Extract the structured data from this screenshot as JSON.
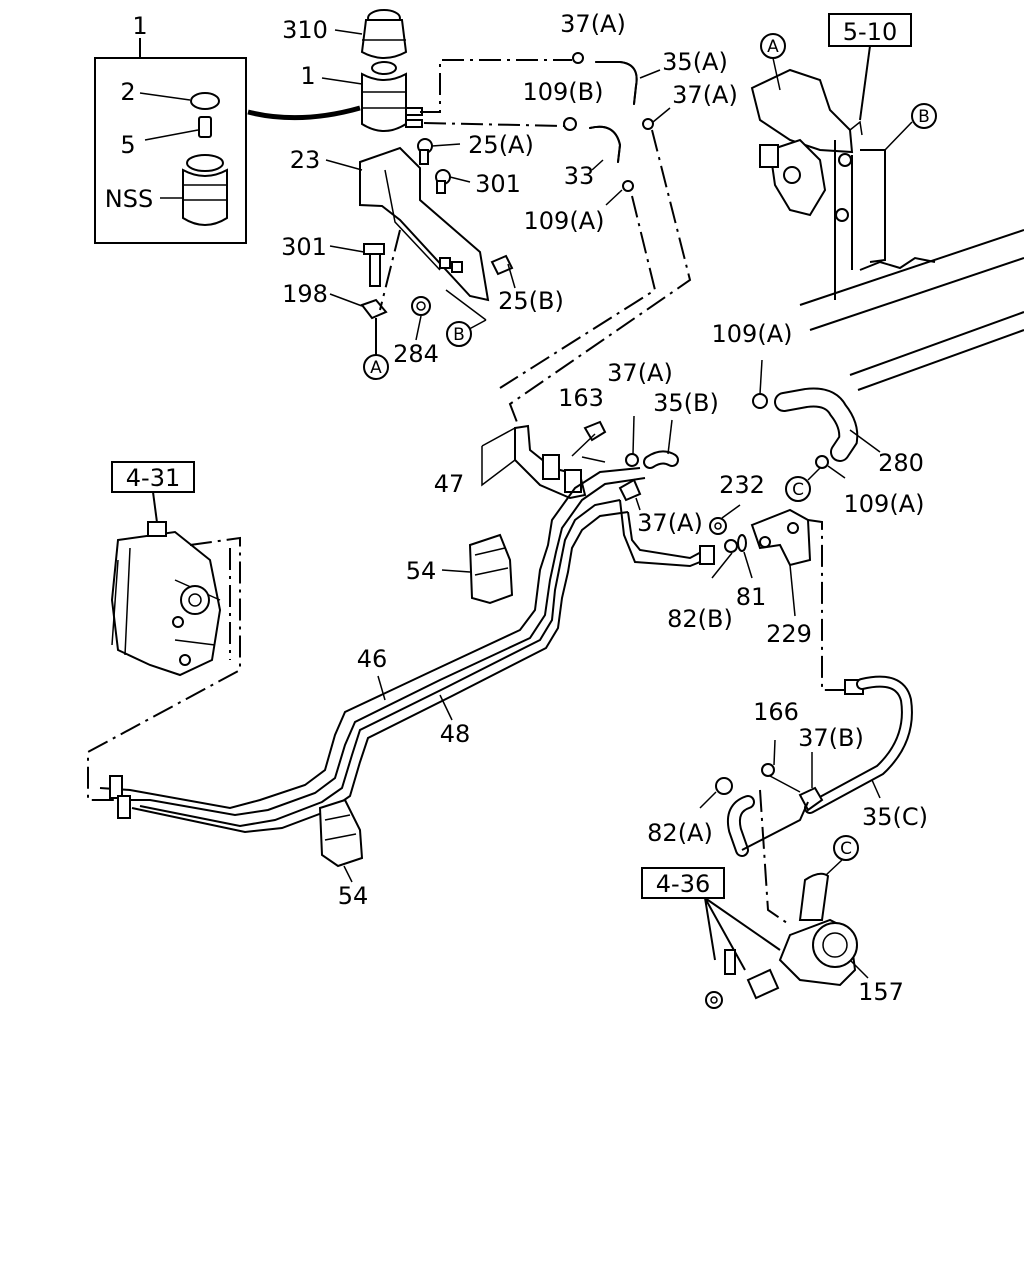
{
  "refs": {
    "r510": "5-10",
    "r431": "4-31",
    "r436": "4-36"
  },
  "circles": {
    "a_top": "A",
    "a_bottom": "A",
    "b_right": "B",
    "b_bracket": "B",
    "c_hose": "C",
    "c_pump": "C"
  },
  "labels": {
    "l1_top": "1",
    "l310": "310",
    "l1": "1",
    "l2": "2",
    "l5": "5",
    "lnss": "NSS",
    "l23": "23",
    "l301_a": "301",
    "l301_b": "301",
    "l198": "198",
    "l284": "284",
    "l25a": "25(A)",
    "l25b": "25(B)",
    "l37a_top": "37(A)",
    "l35a": "35(A)",
    "l109b": "109(B)",
    "l37a_2": "37(A)",
    "l33": "33",
    "l109a_1": "109(A)",
    "l109a_2": "109(A)",
    "l163": "163",
    "l37a_3": "37(A)",
    "l35b": "35(B)",
    "l47": "47",
    "l280": "280",
    "l109a_3": "109(A)",
    "l232": "232",
    "l37a_4": "37(A)",
    "l54_a": "54",
    "l82b": "82(B)",
    "l81": "81",
    "l229": "229",
    "l46": "46",
    "l48": "48",
    "l166": "166",
    "l37b": "37(B)",
    "l82a": "82(A)",
    "l35c": "35(C)",
    "l54_b": "54",
    "l157": "157"
  }
}
